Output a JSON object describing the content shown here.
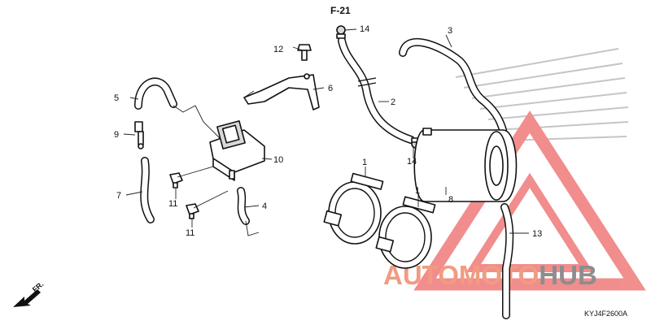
{
  "reference": "F-21",
  "diagram_code": "KYJ4F2600A",
  "direction_label": "FR.",
  "watermark": {
    "part1": "AUTOMOTO",
    "part2": "HUB",
    "color_primary": "#ef6a6a",
    "color_secondary": "#7a7a7a"
  },
  "callouts": {
    "c1a": "1",
    "c1b": "1",
    "c2": "2",
    "c3": "3",
    "c4": "4",
    "c5": "5",
    "c6": "6",
    "c7": "7",
    "c8": "8",
    "c9": "9",
    "c10": "10",
    "c11a": "11",
    "c11b": "11",
    "c12": "12",
    "c13": "13",
    "c14a": "14",
    "c14b": "14"
  }
}
